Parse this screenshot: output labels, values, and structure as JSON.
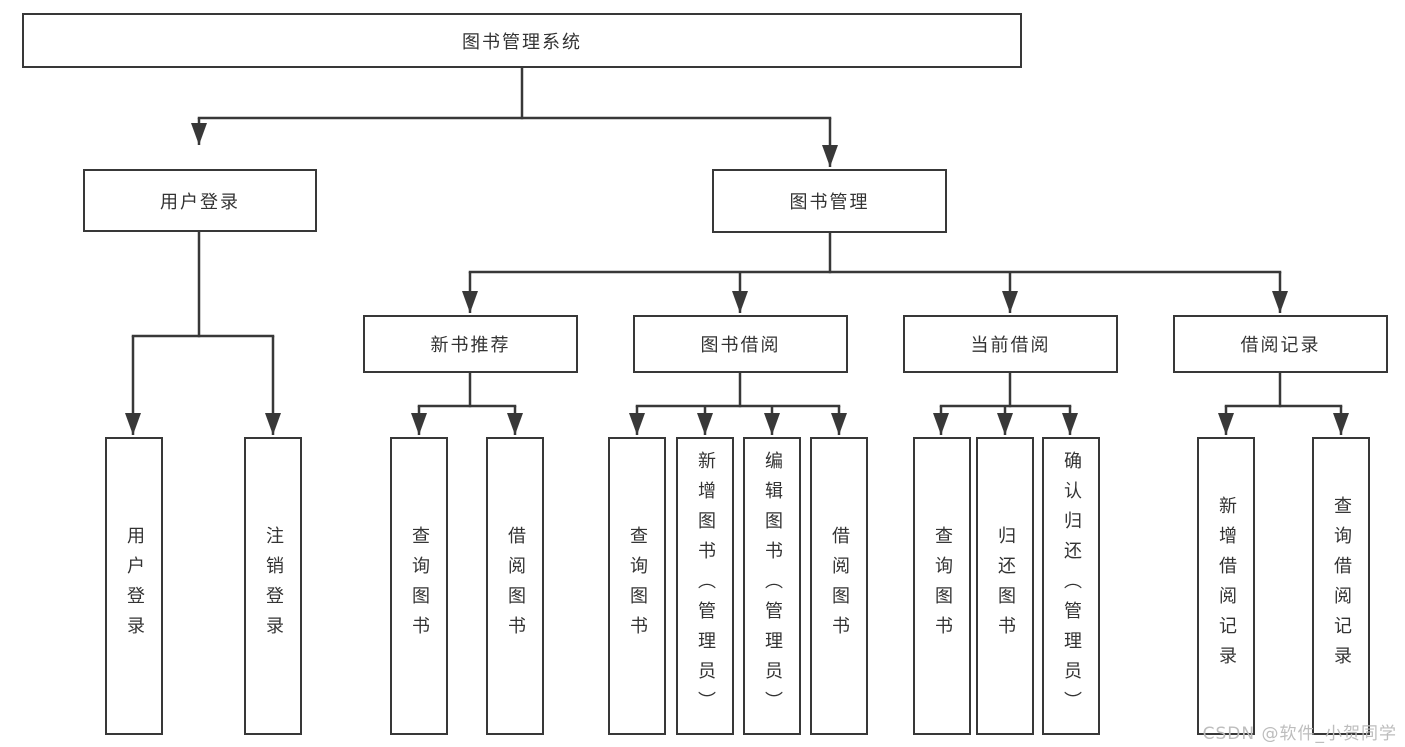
{
  "diagram": {
    "root": {
      "label": "图书管理系统"
    },
    "level2": [
      {
        "label": "用户登录"
      },
      {
        "label": "图书管理"
      }
    ],
    "level3": [
      {
        "label": "新书推荐",
        "parent": "图书管理"
      },
      {
        "label": "图书借阅",
        "parent": "图书管理"
      },
      {
        "label": "当前借阅",
        "parent": "图书管理"
      },
      {
        "label": "借阅记录",
        "parent": "图书管理"
      }
    ],
    "leaves": [
      {
        "label": "用户登录",
        "parent": "用户登录"
      },
      {
        "label": "注销登录",
        "parent": "用户登录"
      },
      {
        "label": "查询图书",
        "parent": "新书推荐"
      },
      {
        "label": "借阅图书",
        "parent": "新书推荐"
      },
      {
        "label": "查询图书",
        "parent": "图书借阅"
      },
      {
        "label": "新增图书（管理员）",
        "parent": "图书借阅"
      },
      {
        "label": "编辑图书（管理员）",
        "parent": "图书借阅"
      },
      {
        "label": "借阅图书",
        "parent": "图书借阅"
      },
      {
        "label": "查询图书",
        "parent": "当前借阅"
      },
      {
        "label": "归还图书",
        "parent": "当前借阅"
      },
      {
        "label": "确认归还（管理员）",
        "parent": "当前借阅"
      },
      {
        "label": "新增借阅记录",
        "parent": "借阅记录"
      },
      {
        "label": "查询借阅记录",
        "parent": "借阅记录"
      }
    ],
    "watermark": "CSDN @软件_小贺同学",
    "colors": {
      "line": "#383838",
      "text": "#333333",
      "watermark": "#bdbdbd",
      "background": "#ffffff"
    }
  }
}
